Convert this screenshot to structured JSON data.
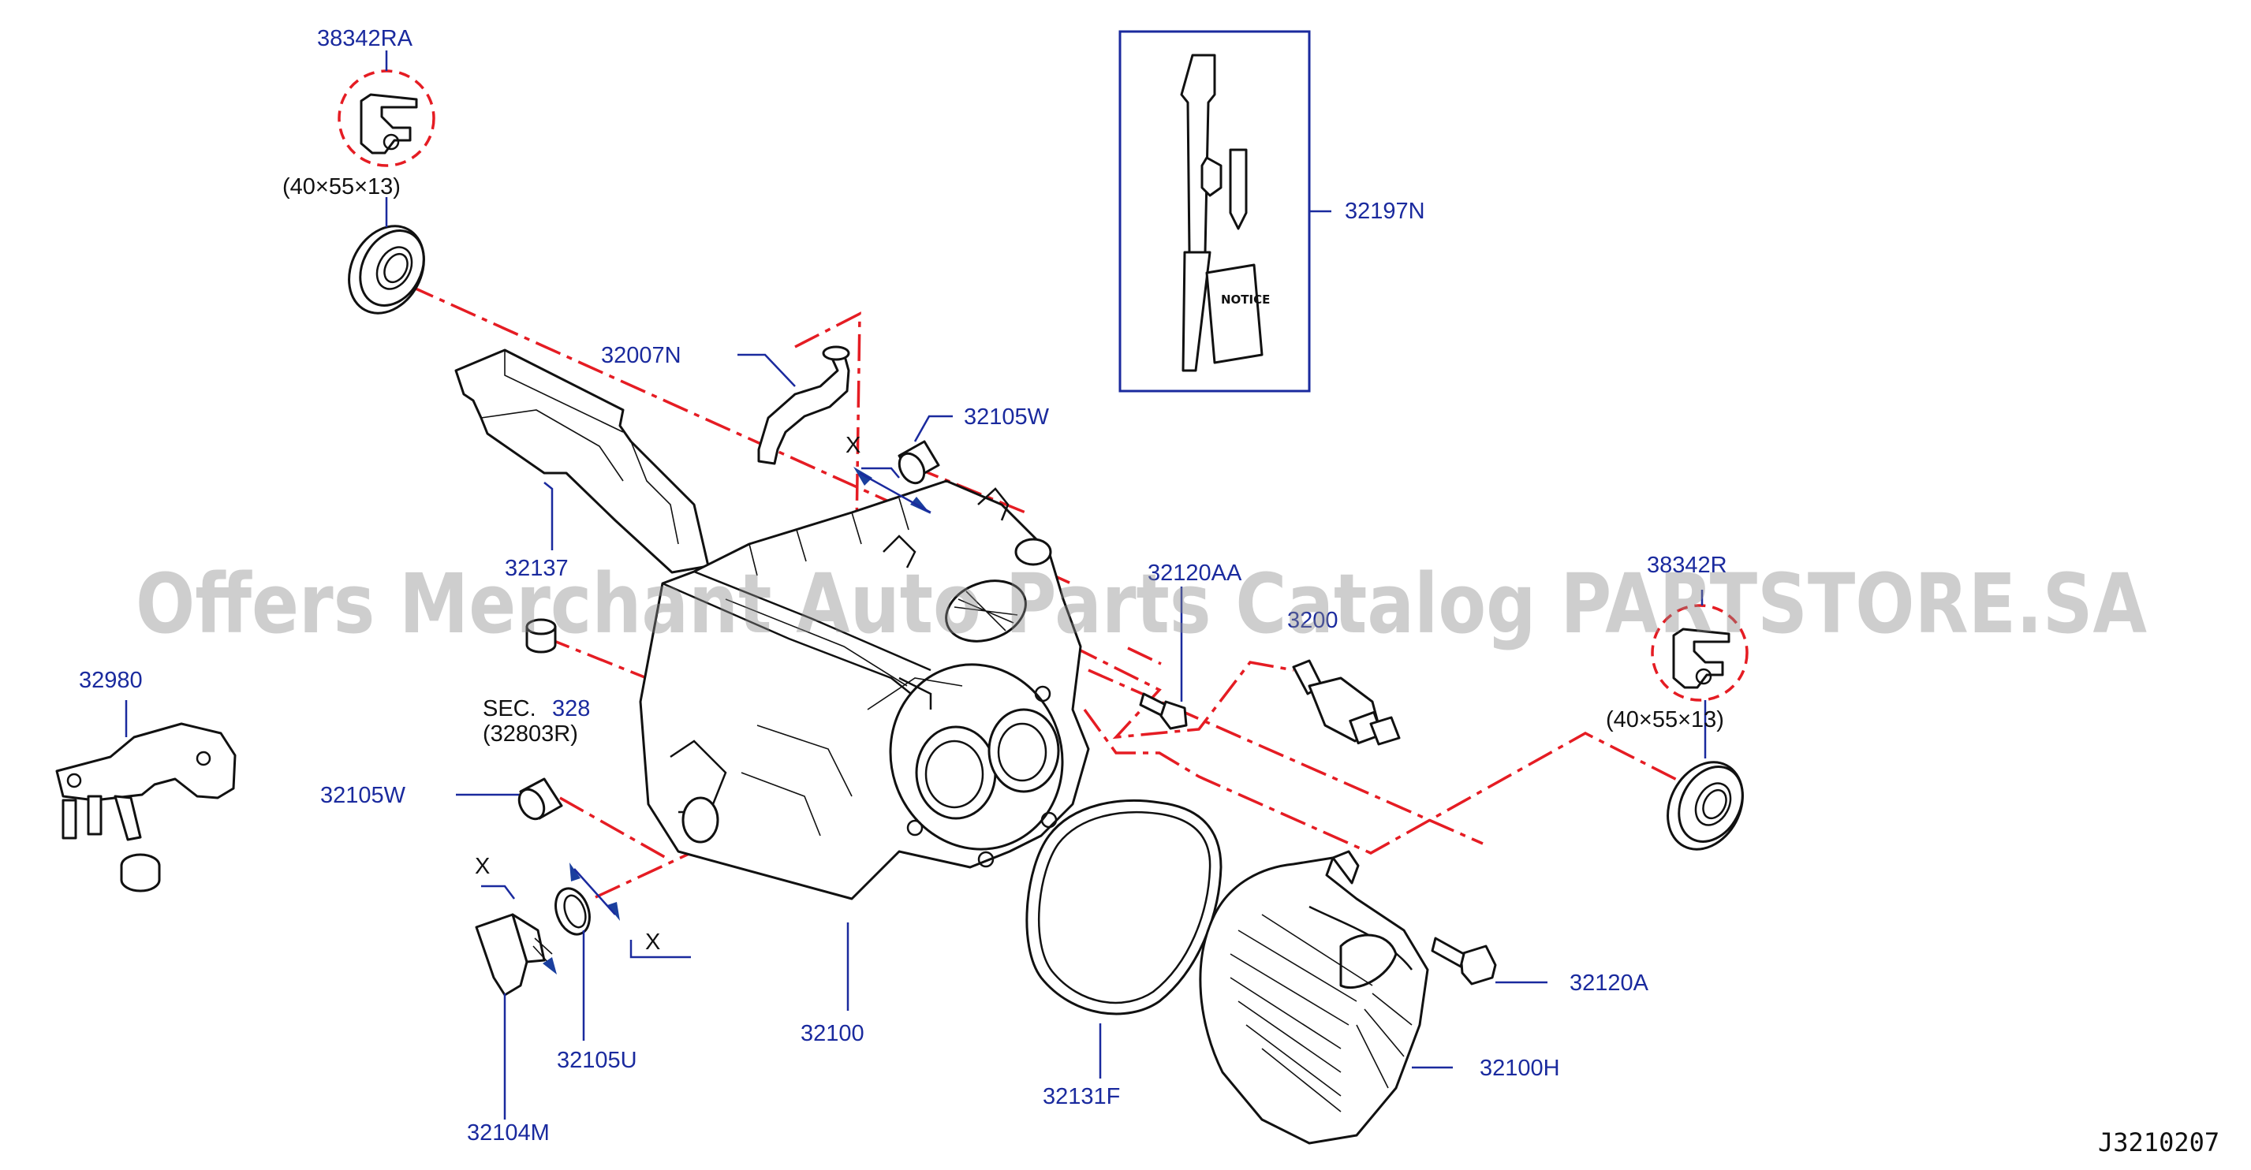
{
  "parts": {
    "p38342ra": "38342RA",
    "p32197n": "32197N",
    "p32007n": "32007N",
    "p32105w_top": "32105W",
    "p32137": "32137",
    "p32120aa": "32120AA",
    "p38342r": "38342R",
    "p32980": "32980",
    "p32105w_left": "32105W",
    "p32100": "32100",
    "p32131f": "32131F",
    "p32100h": "32100H",
    "p32120a": "32120A",
    "p32105u": "32105U",
    "p32104m": "32104M",
    "p32005_partial": "3200"
  },
  "notes": {
    "size_top": "(40×55×13)",
    "size_right": "(40×55×13)",
    "sec_label": "SEC.",
    "sec_number": "328",
    "sec_part": "(32803R)",
    "x_top": "X",
    "x_left": "X",
    "x_bottom": "X",
    "notice": "NOTICE"
  },
  "drawing_ref": "J3210207",
  "watermark": "Offers Merchant Auto Parts Catalog PARTSTORE.SA",
  "colors": {
    "part_number": "#1a2a9e",
    "dash_line": "#e51c23",
    "outline": "#111111",
    "watermark": "#8a8a8a"
  }
}
